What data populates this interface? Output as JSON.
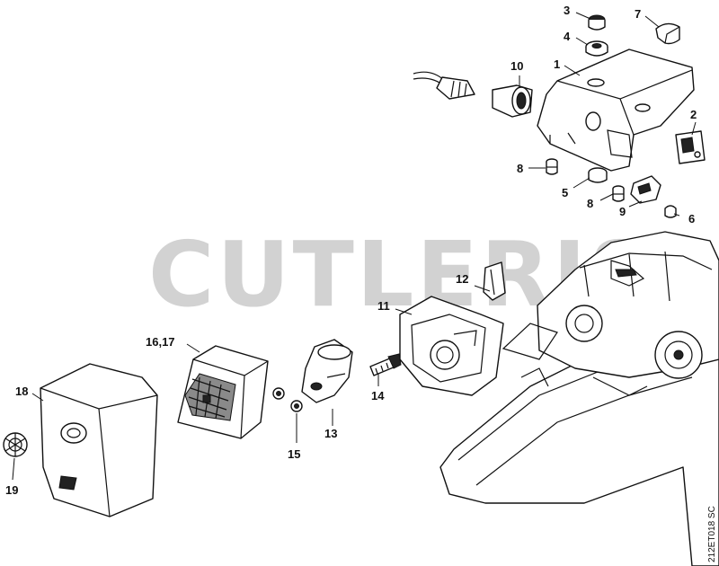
{
  "diagram": {
    "watermark": "CUTLERIS",
    "reference_code": "212ET018 SC",
    "callouts": [
      "1",
      "2",
      "3",
      "4",
      "5",
      "6",
      "7",
      "8",
      "8",
      "9",
      "10",
      "11",
      "12",
      "13",
      "14",
      "15",
      "16,17",
      "18",
      "19"
    ]
  }
}
